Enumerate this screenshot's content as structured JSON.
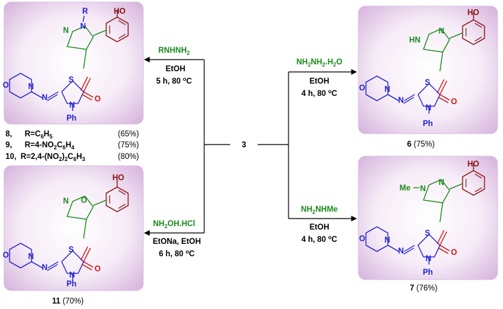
{
  "colors": {
    "panel_fill": "#ead8ee",
    "panel_edge": "#c9a3d2",
    "reagent_green": "#1a8a1a",
    "ring_blue": "#1f1fd0",
    "carbonyl_red": "#d01414",
    "phenol_maroon": "#8a1010",
    "bond_black": "#000000"
  },
  "center": {
    "compound": "3"
  },
  "reactions": {
    "top_left": {
      "reagent": "RNHNH",
      "reagent_sub": "2",
      "solvent": "EtOH",
      "conditions_time": "5 h, 80 ",
      "conditions_deg": "o",
      "conditions_unit": "C"
    },
    "bottom_left": {
      "reagent": "NH",
      "reagent_sub": "2",
      "reagent_tail": "OH.HCl",
      "solvent": "EtONa, EtOH",
      "conditions_time": "6 h, 80 ",
      "conditions_deg": "o",
      "conditions_unit": "C"
    },
    "top_right": {
      "reagent_a": "NH",
      "reagent_sub1": "2",
      "reagent_b": "NH",
      "reagent_sub2": "2",
      "reagent_tail": ".H",
      "reagent_sub3": "2",
      "reagent_end": "O",
      "solvent": "EtOH",
      "conditions_time": "4 h, 80 ",
      "conditions_deg": "o",
      "conditions_unit": "C"
    },
    "bottom_right": {
      "reagent_a": "NH",
      "reagent_sub1": "2",
      "reagent_b": "NHMe",
      "solvent": "EtOH",
      "conditions_time": "4 h, 80 ",
      "conditions_deg": "o",
      "conditions_unit": "C"
    }
  },
  "atoms": {
    "OH": "HO",
    "N": "N",
    "NH": "HN",
    "O": "O",
    "S": "S",
    "R": "R",
    "Me": "Me",
    "Ph": "Ph"
  },
  "products": {
    "p8_list": [
      {
        "id": "8,",
        "r_label": "R=C",
        "r_sub1": "6",
        "r_mid": "H",
        "r_sub2": "5",
        "yield": "(65%)"
      },
      {
        "id": "9,",
        "r_label": "R=4-NO",
        "r_sub1": "2",
        "r_mid": "C",
        "r_sub2": "6",
        "r_mid2": "H",
        "r_sub3": "4",
        "yield": "(75%)"
      },
      {
        "id": "10,",
        "r_label": "R=2,4-(NO",
        "r_sub1": "2",
        "r_mid": ")",
        "r_sub2": "2",
        "r_mid2": "C",
        "r_sub3": "6",
        "r_mid3": "H",
        "r_sub4": "3",
        "yield": "(80%)"
      }
    ],
    "p6": {
      "id": "6",
      "yield": "(75%)"
    },
    "p7": {
      "id": "7",
      "yield": "(76%)"
    },
    "p11": {
      "id": "11",
      "yield": "(70%)"
    }
  }
}
